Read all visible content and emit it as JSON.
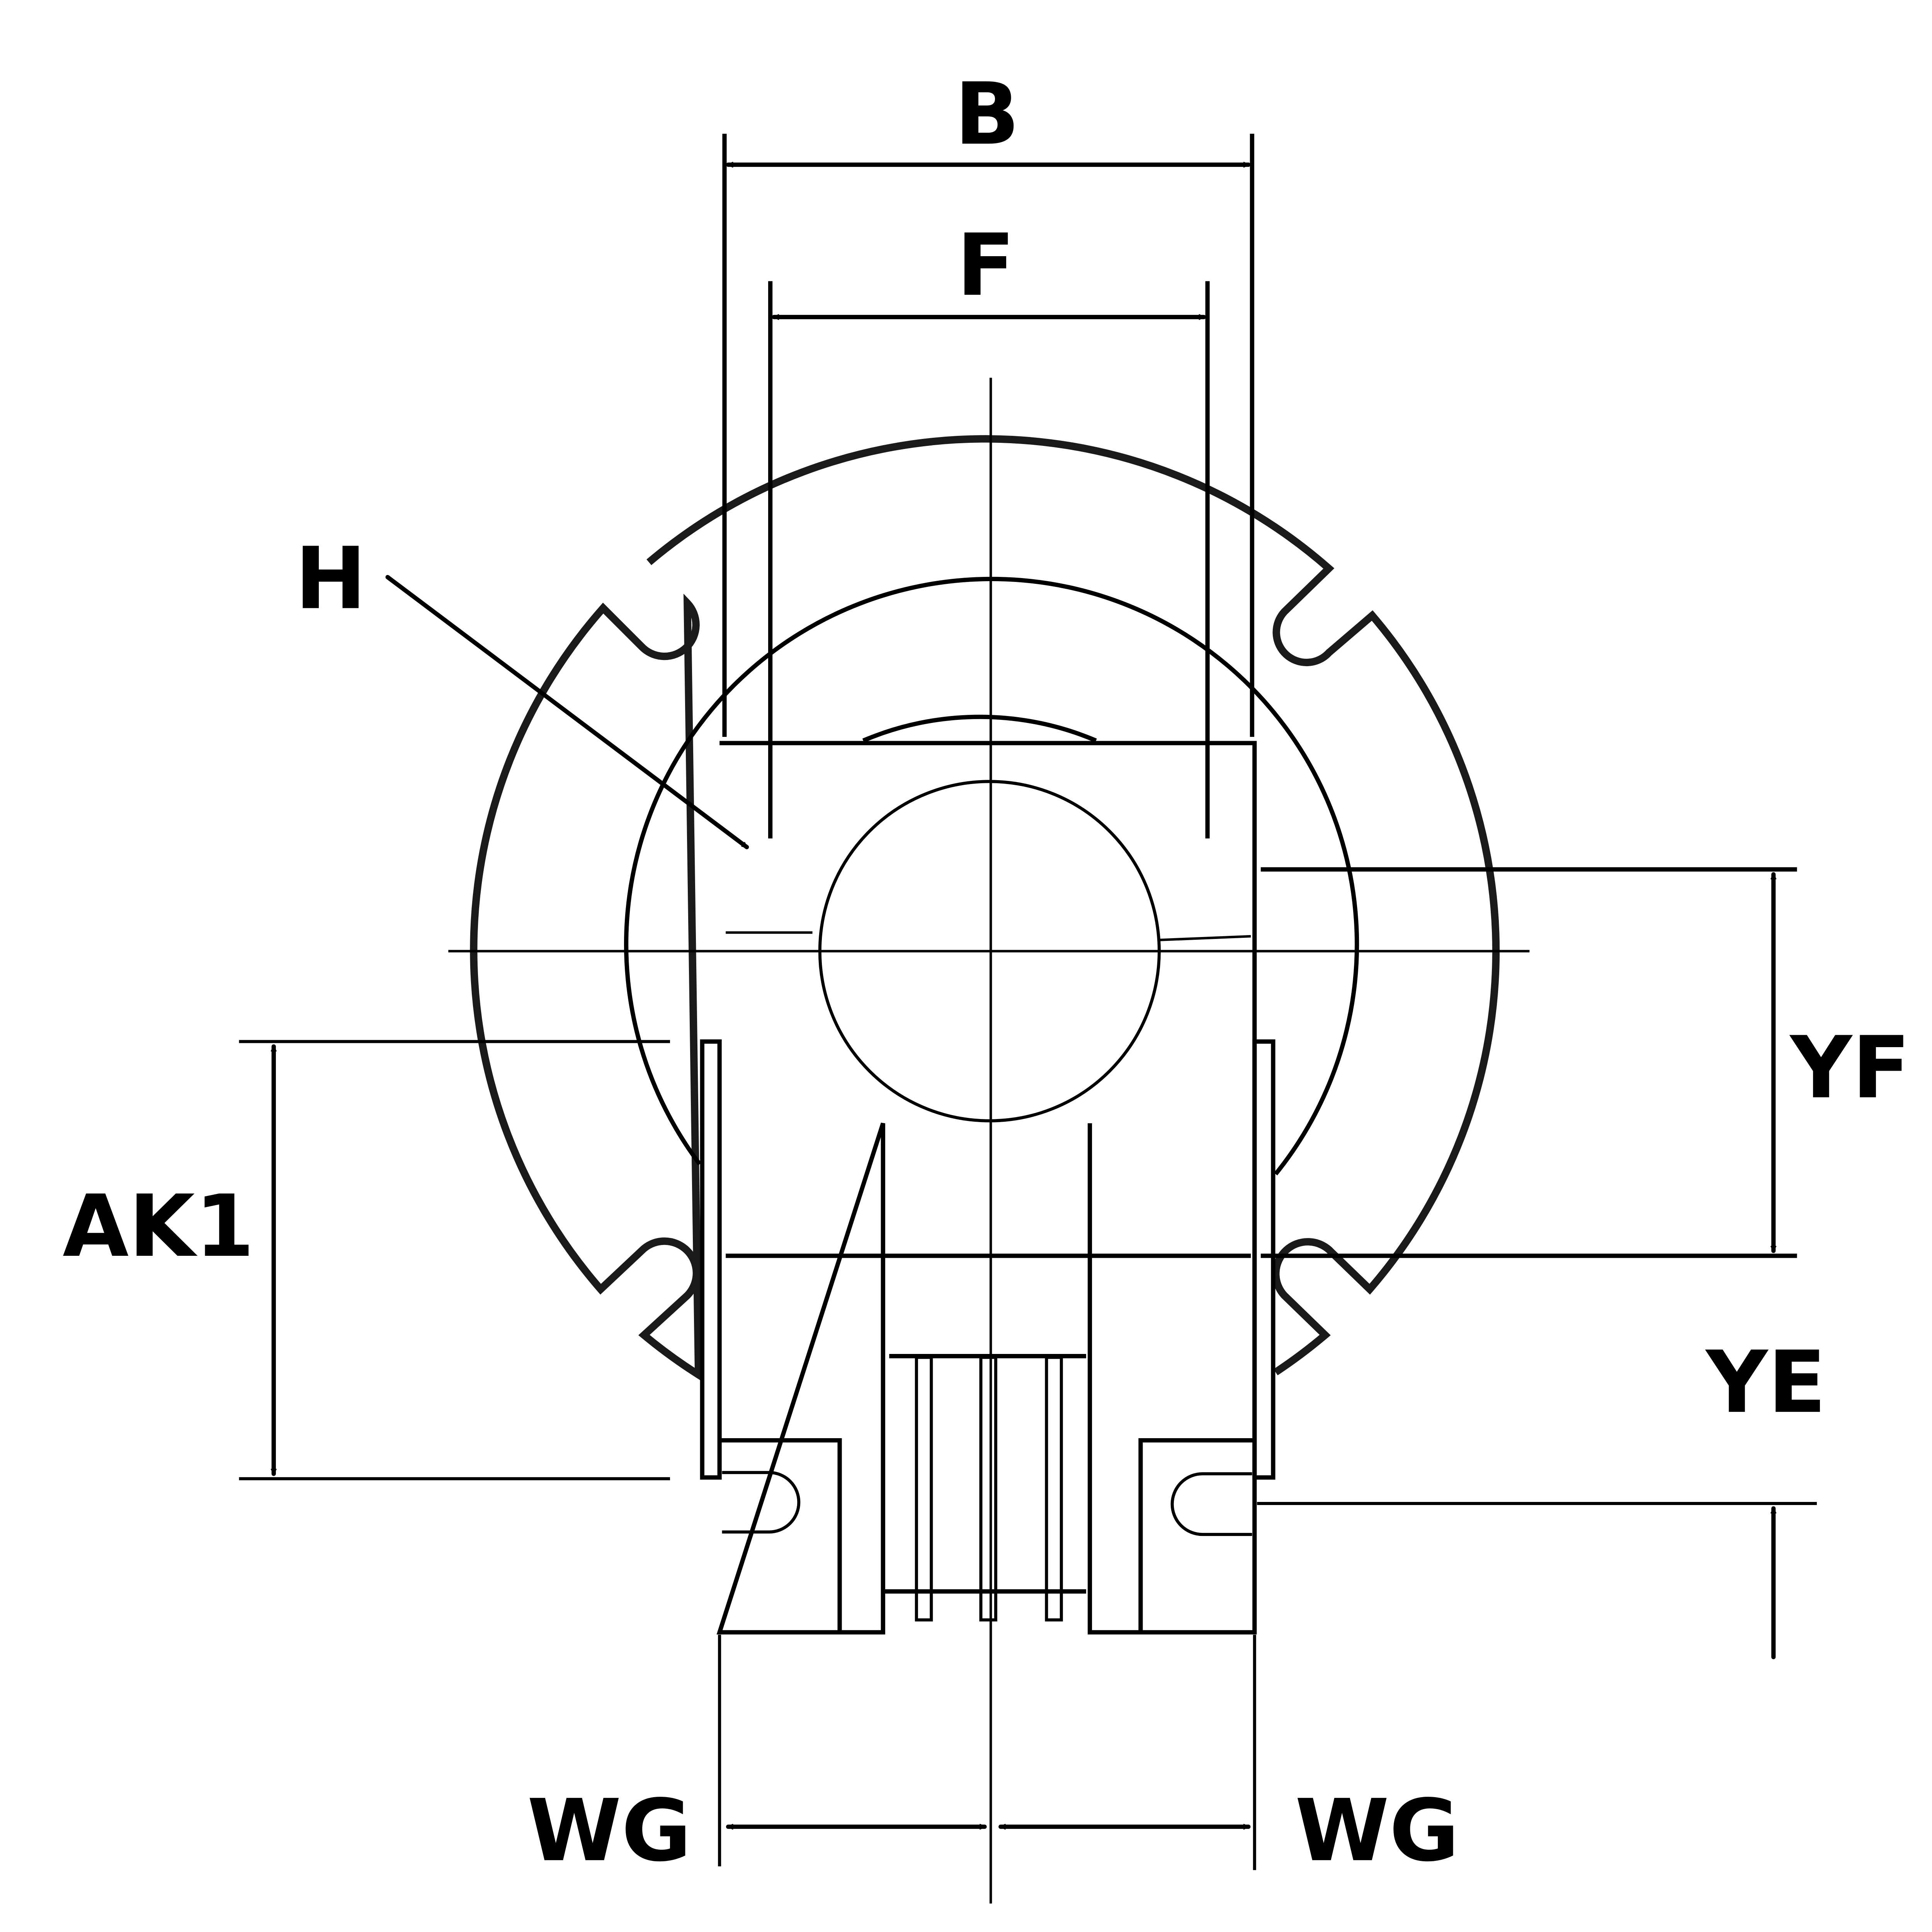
{
  "labels": {
    "b": "B",
    "f": "F",
    "h": "H",
    "yf": "YF",
    "ak1": "AK1",
    "ye": "YE",
    "wg_left": "WG",
    "wg_right": "WG"
  },
  "colors": {
    "line": "#000000",
    "outer_ring": "#1a1a1a",
    "background": "#ffffff"
  }
}
